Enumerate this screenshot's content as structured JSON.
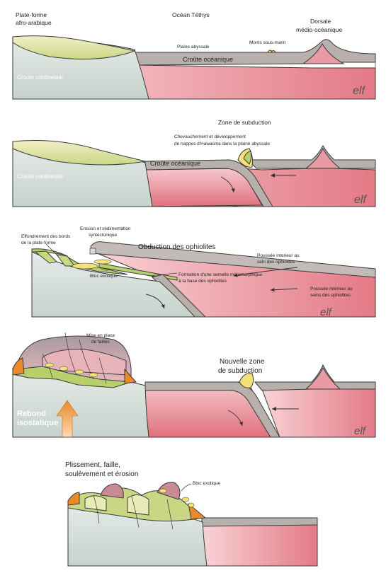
{
  "panels": [
    {
      "labels": {
        "platform": [
          "Plate-forme",
          "afro-arabique"
        ],
        "ocean": "Océan Téthys",
        "ridge": [
          "Dorsale",
          "médio-océanique"
        ],
        "abyssal": "Plaine abyssale",
        "seamounts": "Monts sous-marin",
        "oceanic_crust": "Croûte océanique",
        "continental_crust": "Croute continetale"
      }
    },
    {
      "labels": {
        "title": "Zone de subduction",
        "nappes": [
          "Chevauchement et développement",
          "de nappes d'Hawasina dans la plaine abyssale"
        ],
        "oceanic_crust": "Croûte océanique",
        "continental_crust": "Croûte continetale"
      }
    },
    {
      "labels": {
        "collapse": [
          "Effondrement des bords",
          "de la plate-forme"
        ],
        "erosion": [
          "Erosion et sédimentation",
          "syntectonique"
        ],
        "title": "Obduction des ophiolites",
        "push_upper": [
          "Poussée interieur au",
          "sein des ophiolites"
        ],
        "exotic": "Bloc exotique",
        "sole": [
          "Formation d'une semelle métamorphique",
          "à la base des ophiolites"
        ],
        "push_lower": [
          "Poussée intérieur au",
          "seins des ophiolites"
        ]
      }
    },
    {
      "labels": {
        "faults": [
          "Mise en place",
          "de failles"
        ],
        "title": [
          "Nouvelle zone",
          "de subduction"
        ],
        "rebound": [
          "Rebond",
          "isostatique"
        ]
      }
    },
    {
      "labels": {
        "title": [
          "Plissement, faille,",
          "soulèvement et érosion"
        ],
        "exotic": "Bloc exotique"
      }
    }
  ],
  "signature": "elf",
  "colors": {
    "mantle_top": "#f2b8bf",
    "mantle_bottom": "#e0707d",
    "oceanic_crust": "#a9a2a0",
    "continental": "#dfe7e2",
    "platform_top": "#e9ecb8",
    "platform_green": "#b8cf6e",
    "ophiolite": "#9c8c92",
    "nappe_yellow": "#f3e27a",
    "orange": "#e9892a",
    "arrow": "#7c2a2a"
  }
}
